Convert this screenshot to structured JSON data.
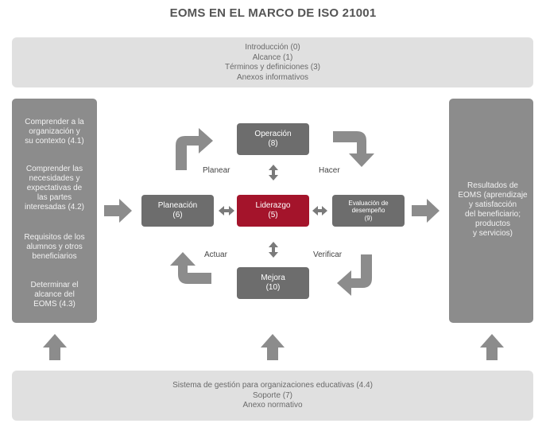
{
  "title": "EOMS EN EL MARCO DE ISO 21001",
  "top_box": {
    "lines": [
      "Introducción (0)",
      "Alcance (1)",
      "Términos y definiciones (3)",
      "Anexos informativos"
    ]
  },
  "bottom_box": {
    "lines": [
      "Sistema de gestión para organizaciones educativas (4.4)",
      "Soporte (7)",
      "Anexo normativo"
    ]
  },
  "left_panel": {
    "items": [
      [
        "Comprender a la",
        "organización y",
        "su contexto (4.1)"
      ],
      [
        "Comprender las",
        "necesidades y",
        "expectativas de",
        "las partes",
        "interesadas (4.2)"
      ],
      [
        "Requisitos de los",
        "alumnos y otros",
        "beneficiarios"
      ],
      [
        "Determinar el",
        "alcance del",
        "EOMS (4.3)"
      ]
    ]
  },
  "right_panel": {
    "lines": [
      "Resultados de",
      "EOMS (aprendizaje",
      "y satisfacción",
      "del beneficiario;",
      "productos",
      "y servicios)"
    ]
  },
  "boxes": {
    "operacion": {
      "name": "Operación",
      "num": "(8)"
    },
    "planeacion": {
      "name": "Planeación",
      "num": "(6)"
    },
    "liderazgo": {
      "name": "Liderazgo",
      "num": "(5)"
    },
    "evaluacion": {
      "name": "Evaluación de",
      "name2": "desempeño",
      "num": "(9)"
    },
    "mejora": {
      "name": "Mejora",
      "num": "(10)"
    }
  },
  "cycle_labels": {
    "planear": "Planear",
    "hacer": "Hacer",
    "actuar": "Actuar",
    "verificar": "Verificar"
  },
  "colors": {
    "light_box": "#e0e0e0",
    "side_panel": "#8c8c8c",
    "process_box": "#6d6d6d",
    "accent": "#a4142b",
    "arrow": "#8c8c8c"
  }
}
